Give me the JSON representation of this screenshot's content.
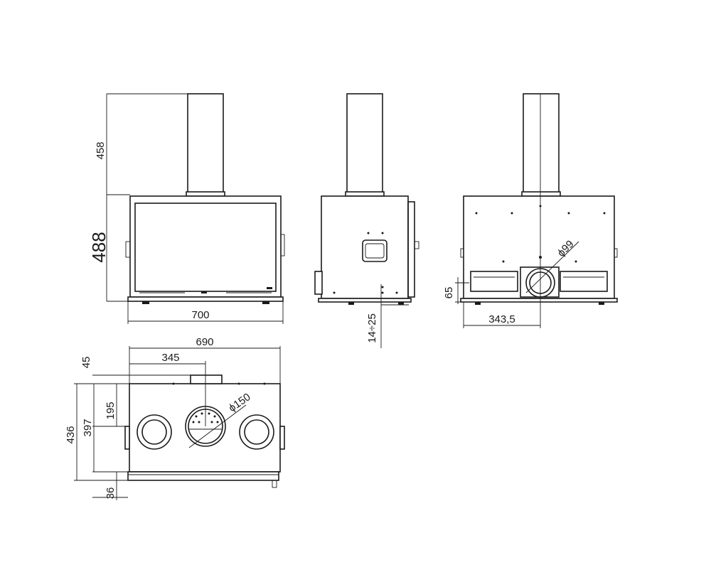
{
  "dimensions": {
    "flue_height": "458",
    "body_height": "488",
    "front_width": "700",
    "side_foot_adjust": "14÷25",
    "flue_offset": "343,5",
    "air_inlet_height": "65",
    "air_inlet_diameter": "ϕ99",
    "top_width": "690",
    "top_flue_offset": "345",
    "top_back_offset": "45",
    "top_flue_depth": "195",
    "top_total_depth": "436",
    "top_body_depth": "397",
    "top_front_depth": "36",
    "flue_diameter": "ϕ150"
  },
  "colors": {
    "line": "#1a1a1a",
    "background": "#ffffff"
  }
}
